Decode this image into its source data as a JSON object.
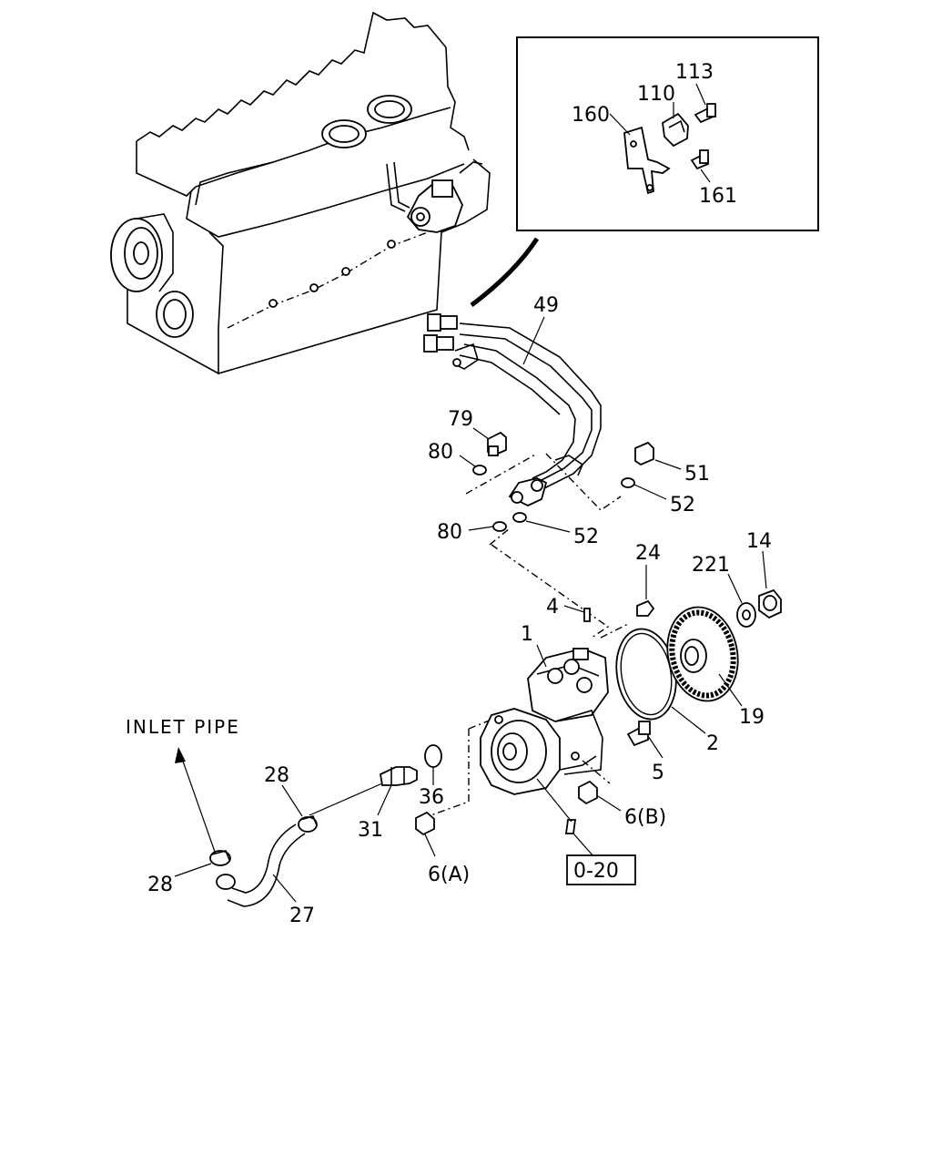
{
  "labels": {
    "l113": "113",
    "l110": "110",
    "l160": "160",
    "l161": "161",
    "l49": "49",
    "l79": "79",
    "l80a": "80",
    "l80b": "80",
    "l51": "51",
    "l52a": "52",
    "l52b": "52",
    "l24": "24",
    "l221": "221",
    "l14": "14",
    "l4": "4",
    "l1": "1",
    "l2": "2",
    "l19": "19",
    "l5": "5",
    "l36": "36",
    "l6b": "6(B)",
    "l6a": "6(A)",
    "l28a": "28",
    "l28b": "28",
    "l31": "31",
    "l27": "27",
    "l020": "0-20"
  },
  "annotations": {
    "inlet_pipe": "INLET PIPE"
  }
}
